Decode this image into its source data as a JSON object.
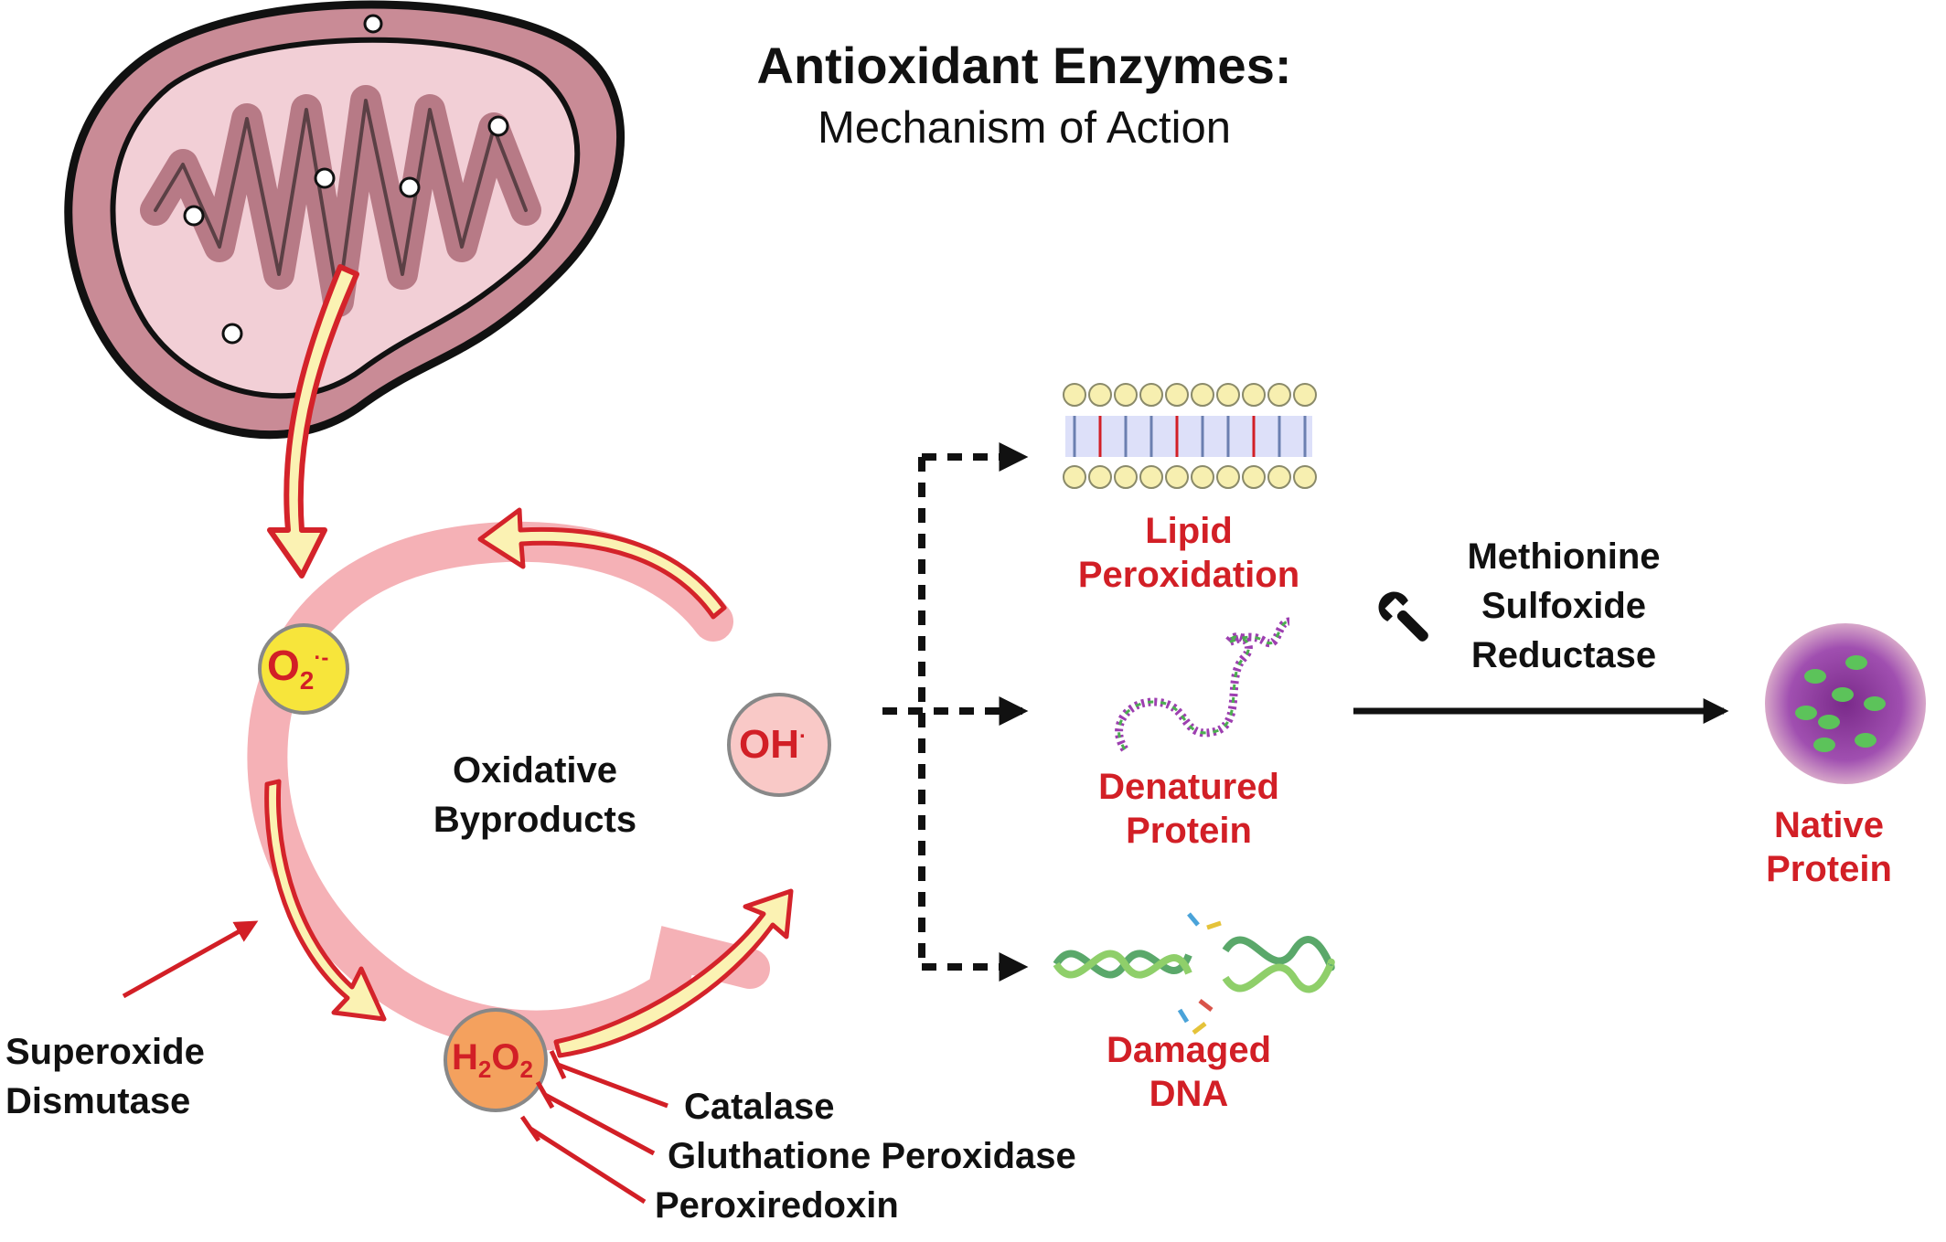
{
  "title": "Antioxidant Enzymes:",
  "subtitle": "Mechanism of Action",
  "cycle": {
    "superoxide": {
      "base": "O",
      "sub": "2",
      "sup": "·-"
    },
    "peroxide": {
      "base1": "H",
      "sub1": "2",
      "base2": "O",
      "sub2": "2"
    },
    "hydroxyl": {
      "base": "OH",
      "sup": "·"
    },
    "center_label_line1": "Oxidative",
    "center_label_line2": "Byproducts"
  },
  "enzymes": {
    "sod_line1": "Superoxide",
    "sod_line2": "Dismutase",
    "catalase": "Catalase",
    "gpx": "Gluthatione Peroxidase",
    "prx": "Peroxiredoxin"
  },
  "damage": {
    "lipid_line1": "Lipid",
    "lipid_line2": "Peroxidation",
    "protein_line1": "Denatured",
    "protein_line2": "Protein",
    "dna_line1": "Damaged",
    "dna_line2": "DNA"
  },
  "repair": {
    "line1": "Methionine",
    "line2": "Sulfoxide",
    "line3": "Reductase",
    "icon": "wrench-icon"
  },
  "native": {
    "line1": "Native",
    "line2": "Protein"
  },
  "colors": {
    "red_text": "#d21f26",
    "mito_outer": "#c98b96",
    "mito_inner": "#f2cfd6",
    "cycle_ring": "#f4a9ae",
    "arrow_fill": "#fbf2b3",
    "arrow_stroke": "#d4232a",
    "superoxide_fill": "#f7e53b",
    "peroxide_fill": "#f4a15e",
    "hydroxyl_fill": "#f9c9c7"
  }
}
